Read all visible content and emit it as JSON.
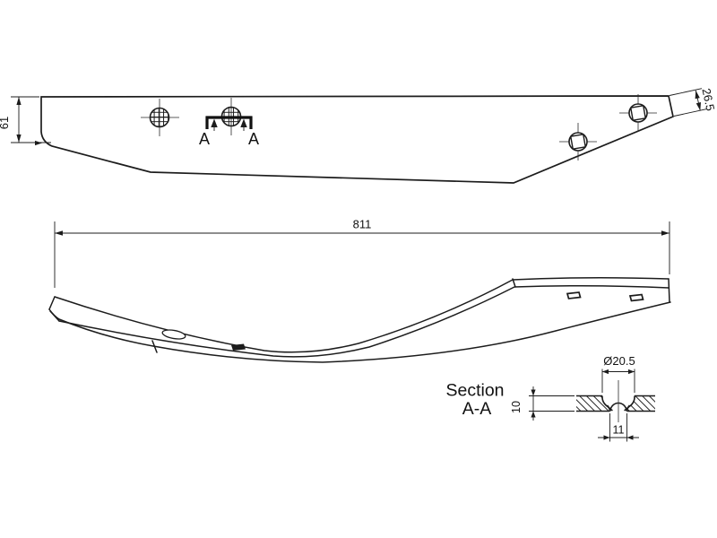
{
  "colors": {
    "line": "#1c1c1c",
    "background": "#ffffff"
  },
  "top_view": {
    "dim_height": "61",
    "dim_right_edge": "26.5",
    "section_label_left": "A",
    "section_label_right": "A"
  },
  "side_view": {
    "dim_length": "811"
  },
  "section_view": {
    "title_line1": "Section",
    "title_line2": "A-A",
    "dim_diameter": "Ø20.5",
    "dim_depth": "10",
    "dim_width": "11"
  }
}
